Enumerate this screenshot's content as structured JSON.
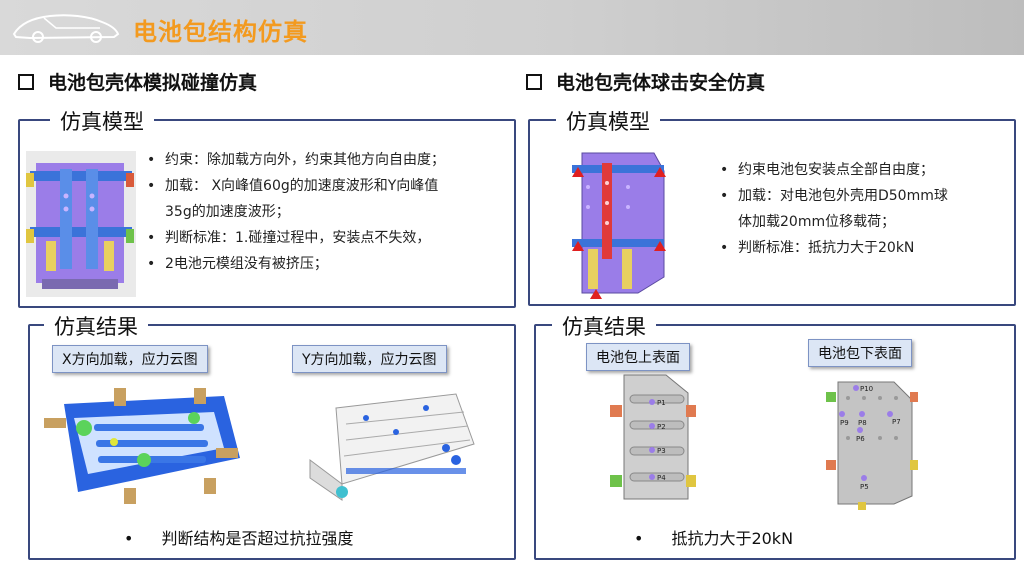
{
  "header": {
    "title": "电池包结构仿真",
    "logo_icon": "car-outline-icon"
  },
  "left": {
    "section_title": "电池包壳体模拟碰撞仿真",
    "model": {
      "label": "仿真模型",
      "bullets": [
        "约束：除加载方向外，约束其他方向自由度；",
        "加载： X向峰值60g的加速度波形和Y向峰值",
        "35g的加速度波形；",
        "判断标准：1.碰撞过程中，安装点不失效，",
        "2电池元模组没有被挤压；"
      ]
    },
    "result": {
      "label": "仿真结果",
      "tag_x": "X方向加载，应力云图",
      "tag_y": "Y方向加载，应力云图",
      "note": "判断结构是否超过抗拉强度"
    }
  },
  "right": {
    "section_title": "电池包壳体球击安全仿真",
    "model": {
      "label": "仿真模型",
      "bullets": [
        "约束电池包安装点全部自由度；",
        "加载：对电池包外壳用D50mm球",
        "体加载20mm位移载荷；",
        "判断标准：抵抗力大于20kN"
      ]
    },
    "result": {
      "label": "仿真结果",
      "tag_top": "电池包上表面",
      "tag_bottom": "电池包下表面",
      "top_points": [
        "P1",
        "P2",
        "P3",
        "P4"
      ],
      "bottom_points": [
        "P10",
        "P9",
        "P8",
        "P7",
        "P6",
        "P5"
      ],
      "note": "抵抗力大于20kN"
    }
  },
  "colors": {
    "title_orange": "#f39a1f",
    "panel_border": "#39487e",
    "tag_fill": "#dce6f5",
    "model_purple": "#8f7ae6",
    "stress_blue": "#1f5fe0"
  }
}
